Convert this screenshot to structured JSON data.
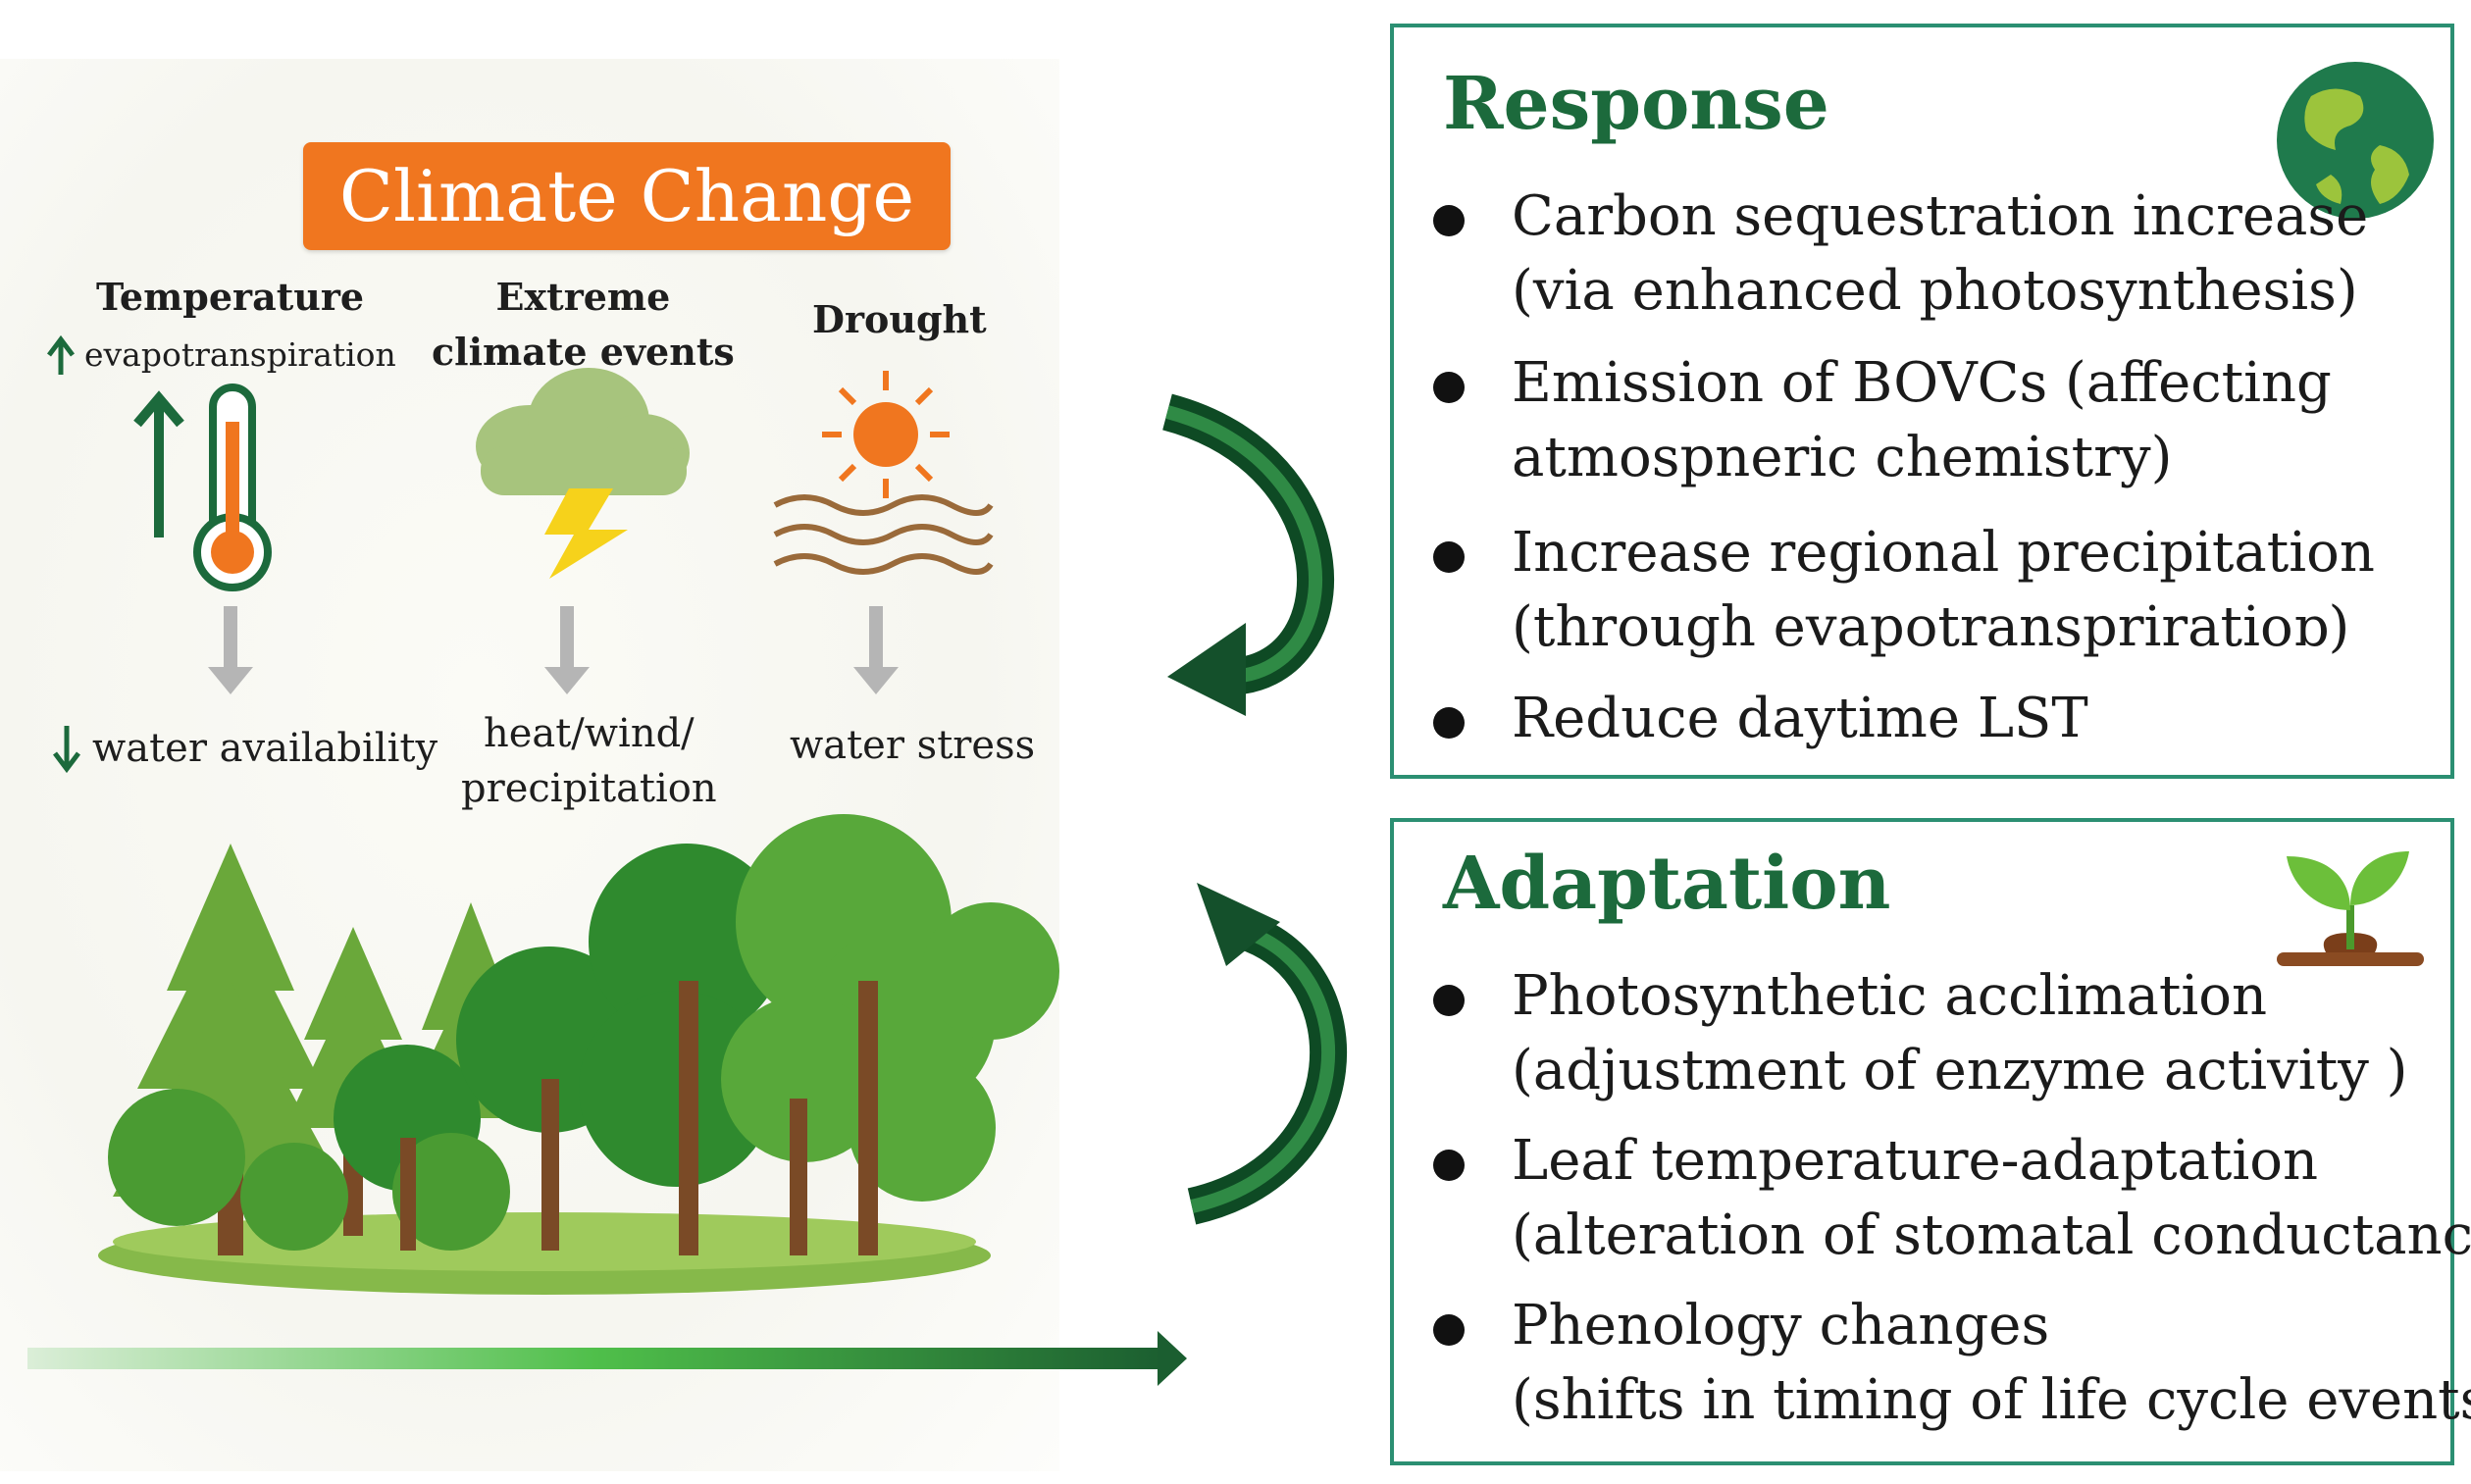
{
  "left": {
    "title": "Climate Change",
    "factors": [
      {
        "title_lines": [
          "Temperature"
        ],
        "sub_label": "evapotranspiration",
        "effect_lines": [
          "water availability"
        ]
      },
      {
        "title_lines": [
          "Extreme",
          "climate events"
        ],
        "effect_lines": [
          "heat/wind/",
          "precipitation"
        ]
      },
      {
        "title_lines": [
          "Drought"
        ],
        "effect_lines": [
          "water stress"
        ]
      }
    ]
  },
  "response": {
    "title": "Response",
    "icon": "globe-icon",
    "items": [
      [
        "Carbon sequestration increase",
        "(via enhanced photosynthesis)"
      ],
      [
        "Emission of BOVCs (affecting",
        "atmospneric chemistry)"
      ],
      [
        "Increase regional precipitation",
        "(through evapotranspriratioɒ)"
      ],
      [
        "Reduce daytime LST"
      ]
    ]
  },
  "adaptation": {
    "title": "Adaptation",
    "icon": "sprout-icon",
    "items": [
      [
        "Photosynthetic acclimation",
        "(adjustment of enzyme activity )"
      ],
      [
        "Leaf temperature-adaptation",
        "(alteration of stomatal conductance)"
      ],
      [
        "Phenology changes",
        "(shifts in timing of life cycle events)"
      ]
    ]
  },
  "colors": {
    "title_bg": "#f0761f",
    "box_border": "#2b8f72",
    "heading": "#1c6a3c",
    "arrow_dark": "#14502b",
    "sun": "#f0761f",
    "waves": "#9a6a3a"
  }
}
